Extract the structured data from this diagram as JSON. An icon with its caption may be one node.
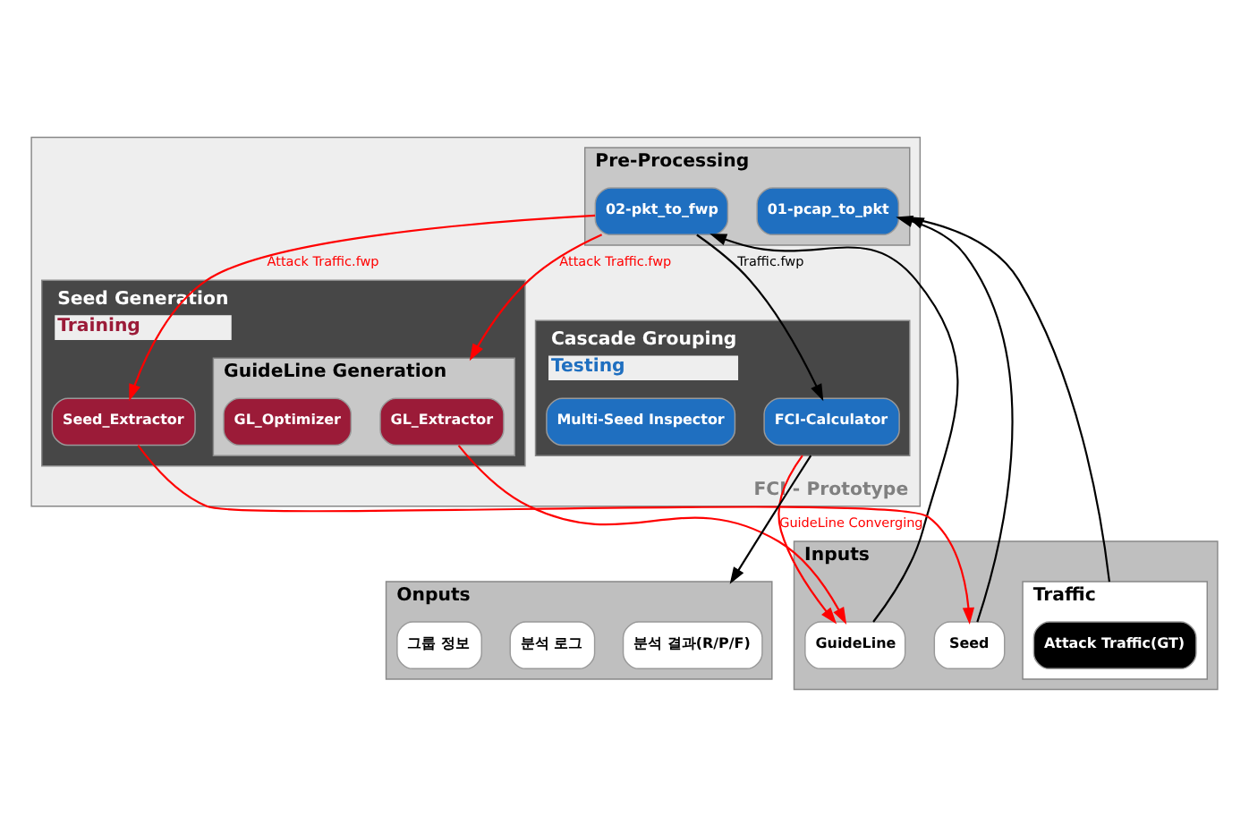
{
  "diagram": {
    "nodes": [
      {
        "text": [
          "Inputs"
        ]
      },
      {
        "text": [
          "Traffic"
        ],
        "in": 0
      },
      {
        "text": [
          "Attack Traffic(GT)"
        ],
        "in": 1
      },
      {
        "text": [
          "Seed"
        ],
        "in": 0
      },
      {
        "text": [
          "GuideLine"
        ],
        "in": 0
      },
      {
        "text": [
          "FCI - Prototype"
        ]
      },
      {
        "text": [
          "Pre-Processing"
        ],
        "in": 5
      },
      {
        "text": [
          "01-pcap_to_pkt"
        ],
        "in": 6
      },
      {
        "text": [
          "02-pkt_to_fwp"
        ],
        "in": 6
      },
      {
        "text": [
          "Seed Generation"
        ],
        "beside": [
          "Training"
        ],
        "in": 5
      },
      {
        "text": [
          "Seed_Extractor"
        ],
        "in": 9
      },
      {
        "text": [
          "GuideLine Generation"
        ],
        "in": 9
      },
      {
        "text": [
          "GL_Extractor"
        ],
        "in": 11
      },
      {
        "text": [
          "GL_Optimizer"
        ],
        "in": 11
      },
      {
        "text": [
          "Cascade Grouping"
        ],
        "beside": [
          "Testing"
        ],
        "in": 5
      },
      {
        "text": [
          "FCI-Calculator"
        ],
        "in": 14
      },
      {
        "text": [
          "Multi-Seed Inspector"
        ],
        "in": 14
      },
      {
        "text": [
          "Onputs"
        ]
      },
      {
        "text": [
          "분석 결과(R/P/F)"
        ],
        "in": 17
      },
      {
        "text": [
          "분석 로그"
        ],
        "in": 17
      },
      {
        "text": [
          "그룹 정보"
        ],
        "in": 17
      }
    ],
    "edges": [
      {
        "from": 1,
        "to": 6,
        "arrow": "to",
        "color": "#000000"
      },
      {
        "from": 3,
        "to": 7,
        "arrow": "to",
        "color": "#000000"
      },
      {
        "from": 4,
        "to": 8,
        "arrow": "to",
        "color": "#000000"
      },
      {
        "from": 8,
        "to": 10,
        "arrow": "to",
        "label": "Attack Traffic.fwp",
        "color": "#ff0000"
      },
      {
        "from": 8,
        "to": 11,
        "arrow": "to",
        "label": "Attack Traffic.fwp",
        "color": "#ff0000"
      },
      {
        "from": 10,
        "to": 3,
        "arrow": "to",
        "color": "#ff0000"
      },
      {
        "from": 12,
        "to": 4,
        "arrow": "to",
        "color": "#ff0000"
      },
      {
        "from": 8,
        "to": 15,
        "arrow": "to",
        "label": "Traffic.fwp",
        "color": "#000000"
      },
      {
        "from": 14,
        "to": 4,
        "arrow": "to",
        "label": "GuideLine Converging",
        "color": "#ff0000"
      },
      {
        "from": 14,
        "to": 17,
        "arrow": "to",
        "color": "#000000"
      }
    ]
  }
}
